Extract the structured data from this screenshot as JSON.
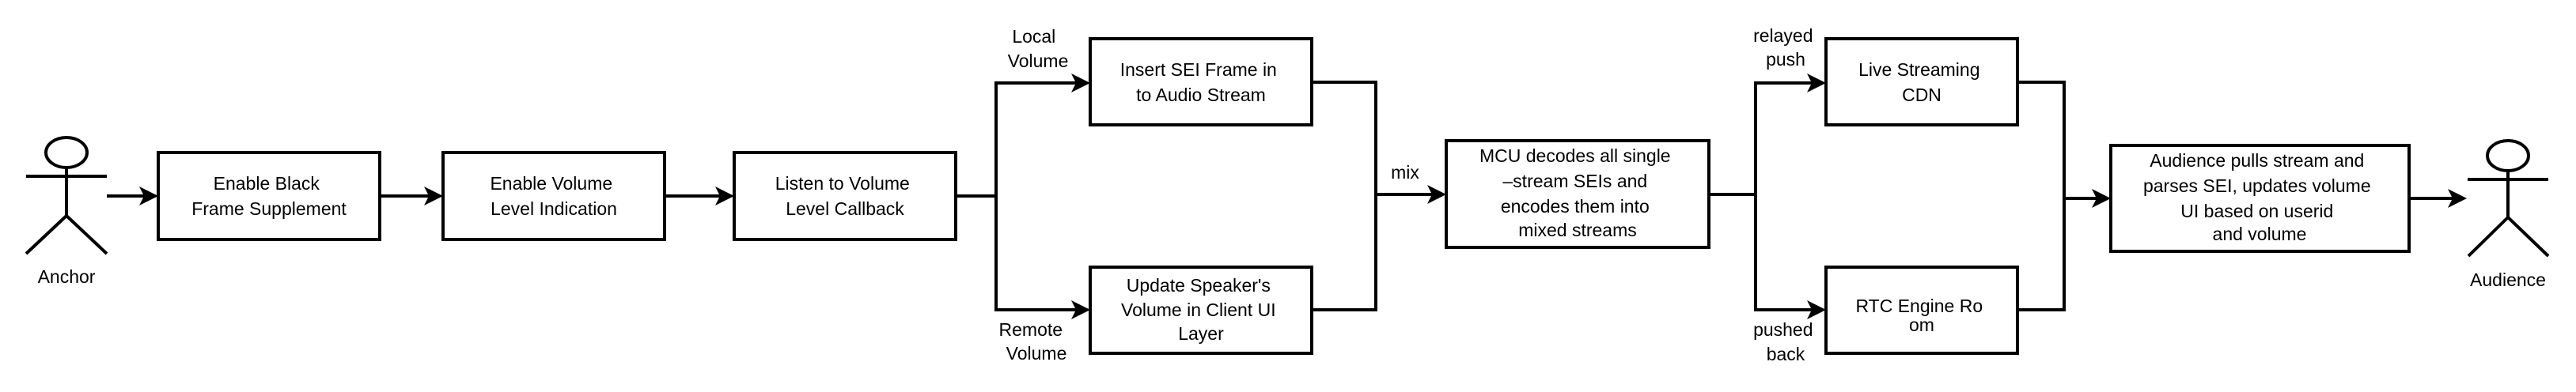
{
  "diagram": {
    "actors": {
      "anchor": {
        "label": "Anchor"
      },
      "audience": {
        "label": "Audience"
      }
    },
    "nodes": {
      "enable_black_frame": {
        "lines": [
          "Enable Black",
          "Frame Supplement"
        ]
      },
      "enable_volume_indication": {
        "lines": [
          "Enable Volume",
          "Level Indication"
        ]
      },
      "listen_volume_callback": {
        "lines": [
          "Listen to Volume",
          "Level Callback"
        ]
      },
      "insert_sei_frame": {
        "lines": [
          "Insert SEI Frame in",
          "to Audio Stream"
        ]
      },
      "update_speaker_volume": {
        "lines": [
          "Update Speaker's",
          "Volume in Client UI",
          "Layer"
        ]
      },
      "mcu_decode": {
        "lines": [
          "MCU decodes all single",
          "–stream SEIs and",
          "encodes them into",
          "mixed streams"
        ]
      },
      "live_streaming_cdn": {
        "lines": [
          "Live Streaming",
          "CDN"
        ]
      },
      "rtc_engine_room": {
        "lines": [
          "RTC Engine Ro",
          "om"
        ]
      },
      "audience_parse": {
        "lines": [
          "Audience pulls stream and",
          "parses SEI, updates volume",
          "UI based on userid",
          "and volume"
        ]
      }
    },
    "edge_labels": {
      "local_volume": {
        "lines": [
          "Local",
          "Volume"
        ]
      },
      "remote_volume": {
        "lines": [
          "Remote",
          "Volume"
        ]
      },
      "mix": {
        "lines": [
          "mix"
        ]
      },
      "relayed_push": {
        "lines": [
          "relayed",
          "push"
        ]
      },
      "pushed_back": {
        "lines": [
          "pushed",
          "back"
        ]
      }
    },
    "edges": [
      {
        "from": "anchor",
        "to": "enable_black_frame"
      },
      {
        "from": "enable_black_frame",
        "to": "enable_volume_indication"
      },
      {
        "from": "enable_volume_indication",
        "to": "listen_volume_callback"
      },
      {
        "from": "listen_volume_callback",
        "to": "insert_sei_frame",
        "label": "local_volume"
      },
      {
        "from": "listen_volume_callback",
        "to": "update_speaker_volume",
        "label": "remote_volume"
      },
      {
        "from": "insert_sei_frame",
        "to": "mcu_decode",
        "label": "mix"
      },
      {
        "from": "update_speaker_volume",
        "to": "mcu_decode",
        "label": "mix"
      },
      {
        "from": "mcu_decode",
        "to": "live_streaming_cdn",
        "label": "relayed_push"
      },
      {
        "from": "mcu_decode",
        "to": "rtc_engine_room",
        "label": "pushed_back"
      },
      {
        "from": "live_streaming_cdn",
        "to": "audience_parse"
      },
      {
        "from": "rtc_engine_room",
        "to": "audience_parse"
      },
      {
        "from": "audience_parse",
        "to": "audience"
      }
    ]
  }
}
